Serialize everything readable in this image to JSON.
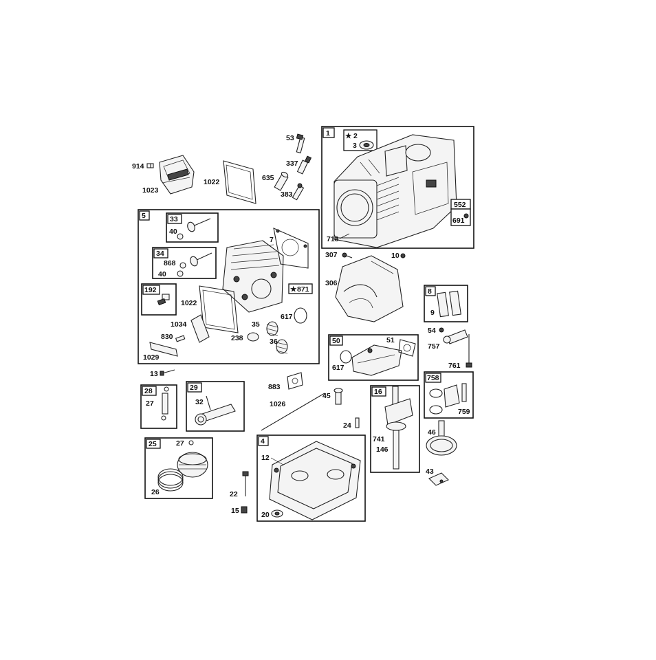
{
  "groups": {
    "g1": {
      "label": "1",
      "kit_label": "2",
      "kit_mark": "★"
    },
    "g5": {
      "label": "5"
    },
    "g33": {
      "label": "33"
    },
    "g34": {
      "label": "34"
    },
    "g192": {
      "label": "192"
    },
    "g871": {
      "label": "871",
      "mark": "★"
    },
    "g552": {
      "label": "552"
    },
    "g8": {
      "label": "8"
    },
    "g50": {
      "label": "50"
    },
    "g28": {
      "label": "28"
    },
    "g29": {
      "label": "29"
    },
    "g16": {
      "label": "16"
    },
    "g758": {
      "label": "758"
    },
    "g25": {
      "label": "25"
    },
    "g4": {
      "label": "4"
    }
  },
  "callouts": {
    "c53": "53",
    "c914": "914",
    "c337": "337",
    "c635": "635",
    "c1023": "1023",
    "c1022a": "1022",
    "c383": "383",
    "c3": "3",
    "c691": "691",
    "c718": "718",
    "c40a": "40",
    "c7": "7",
    "c868": "868",
    "c40b": "40",
    "c307": "307",
    "c10": "10",
    "c306": "306",
    "c1022b": "1022",
    "c617a": "617",
    "c9": "9",
    "c1034": "1034",
    "c35": "35",
    "c54": "54",
    "c238": "238",
    "c830": "830",
    "c36": "36",
    "c757": "757",
    "c51": "51",
    "c1029": "1029",
    "c617b": "617",
    "c761": "761",
    "c13": "13",
    "c883": "883",
    "c27a": "27",
    "c32": "32",
    "c1026": "1026",
    "c45": "45",
    "c24": "24",
    "c759": "759",
    "c27b": "27",
    "c741": "741",
    "c146": "146",
    "c46": "46",
    "c12": "12",
    "c43": "43",
    "c26": "26",
    "c22": "22",
    "c15": "15",
    "c20": "20"
  }
}
